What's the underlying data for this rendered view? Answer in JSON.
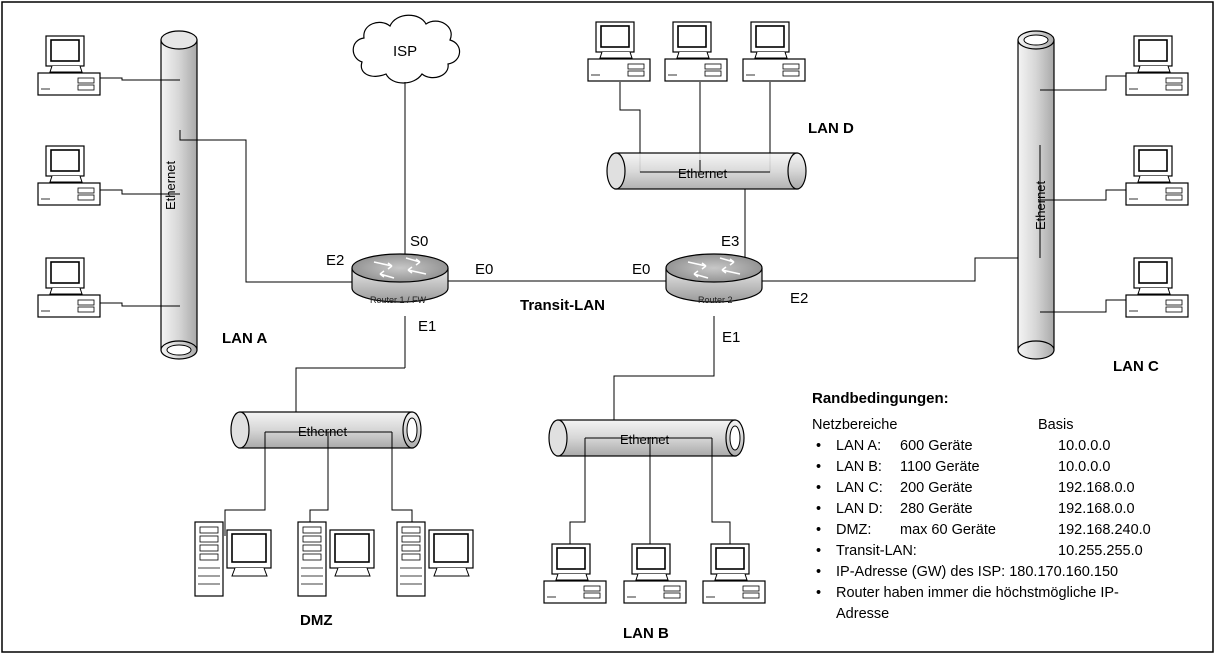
{
  "nodes": {
    "isp": "ISP",
    "router1": "Router 1 / FW",
    "router2": "Router 2",
    "ethernet": "Ethernet"
  },
  "interfaces": {
    "r1_s0": "S0",
    "r1_e2": "E2",
    "r1_e0": "E0",
    "r1_e1": "E1",
    "r2_e0": "E0",
    "r2_e3": "E3",
    "r2_e2": "E2",
    "r2_e1": "E1"
  },
  "networks": {
    "lan_a": "LAN A",
    "lan_b": "LAN B",
    "lan_c": "LAN C",
    "lan_d": "LAN D",
    "dmz": "DMZ",
    "transit": "Transit-LAN"
  },
  "notes": {
    "title": "Randbedingungen:",
    "header_left": "Netzbereiche",
    "header_right": "Basis",
    "rows": [
      {
        "name": "LAN A:",
        "devices": "600 Geräte",
        "base": "10.0.0.0"
      },
      {
        "name": "LAN B:",
        "devices": "1100 Geräte",
        "base": "10.0.0.0"
      },
      {
        "name": "LAN C:",
        "devices": "200 Geräte",
        "base": "192.168.0.0"
      },
      {
        "name": "LAN D:",
        "devices": "280 Geräte",
        "base": "192.168.0.0"
      },
      {
        "name": "DMZ:",
        "devices": "max 60 Geräte",
        "base": "192.168.240.0"
      },
      {
        "name": "Transit-LAN:",
        "devices": "",
        "base": "10.255.255.0"
      }
    ],
    "isp_gateway": "IP-Adresse (GW) des ISP: 180.170.160.150",
    "router_rule": "Router haben immer die höchstmögliche IP-Adresse"
  }
}
